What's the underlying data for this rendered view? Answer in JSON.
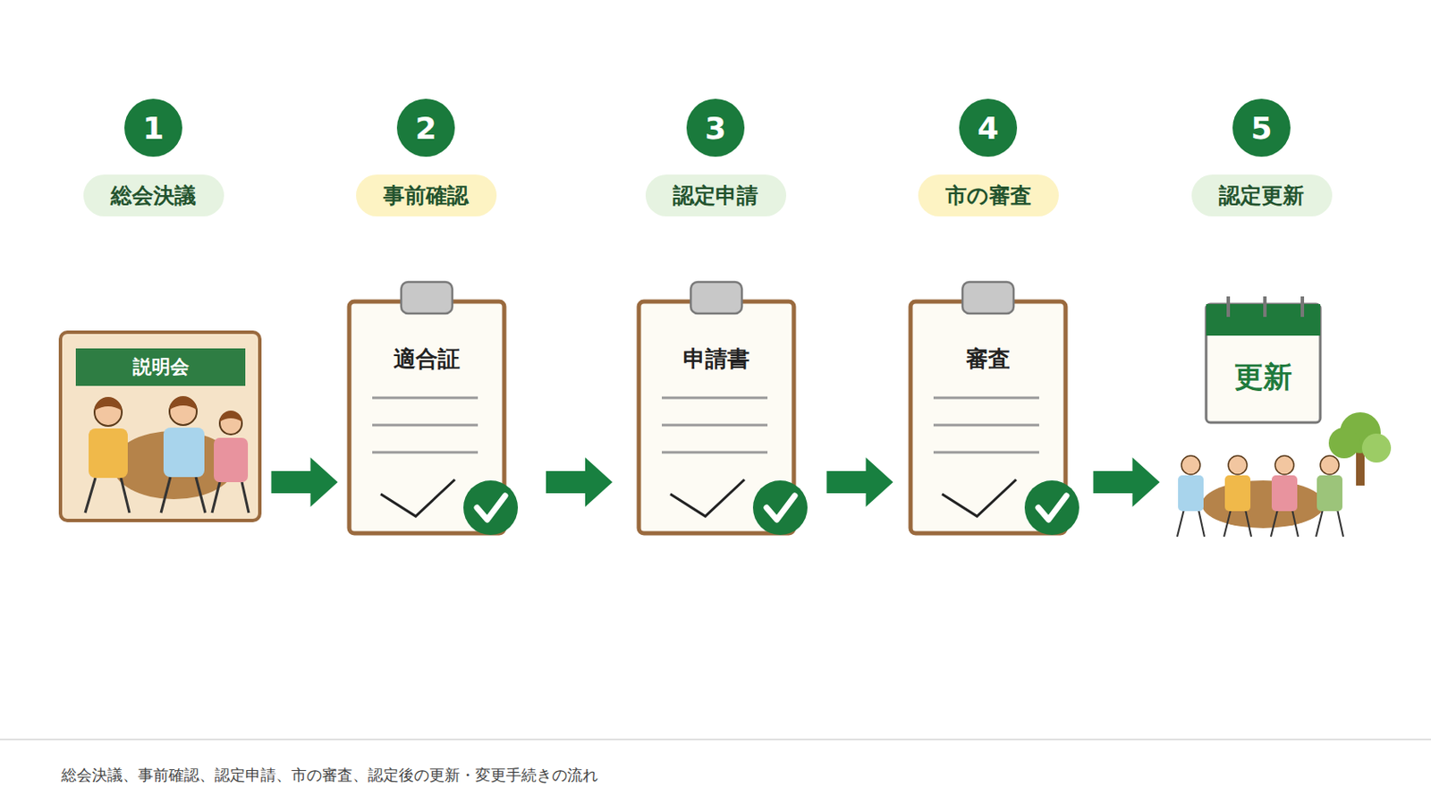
{
  "diagram": {
    "caption": "総会決議、事前確認、認定申請、市の審査、認定後の更新・変更手続きの流れ",
    "nodes": [
      {
        "text": [
          "1"
        ]
      },
      {
        "text": [
          "総会決議"
        ]
      },
      {
        "text": [
          "説明会"
        ]
      },
      {
        "text": [
          "2"
        ]
      },
      {
        "text": [
          "事前確認"
        ]
      },
      {
        "text": [
          "適合証"
        ]
      },
      {
        "text": [
          "3"
        ]
      },
      {
        "text": [
          "認定申請"
        ]
      },
      {
        "text": [
          "申請書"
        ]
      },
      {
        "text": [
          "4"
        ]
      },
      {
        "text": [
          "市の審査"
        ]
      },
      {
        "text": [
          "審査"
        ]
      },
      {
        "text": [
          "5"
        ]
      },
      {
        "text": [
          "認定更新"
        ]
      },
      {
        "text": [
          "更新"
        ]
      }
    ],
    "edges": [
      {
        "from": 2,
        "to": 5,
        "arrow": "to"
      },
      {
        "from": 5,
        "to": 8,
        "arrow": "to"
      },
      {
        "from": 8,
        "to": 11,
        "arrow": "to"
      },
      {
        "from": 11,
        "to": 14,
        "arrow": "to"
      }
    ]
  }
}
